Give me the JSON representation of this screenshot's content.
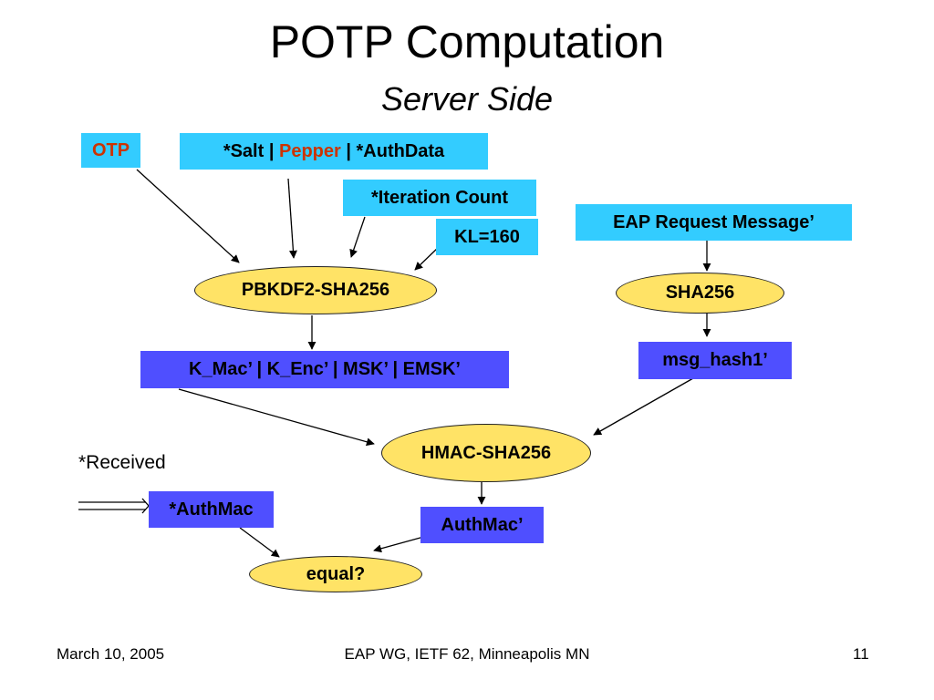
{
  "slide": {
    "title": "POTP Computation",
    "subtitle": "Server Side"
  },
  "nodes": {
    "otp": "OTP",
    "salt_prefix": "*Salt | ",
    "pepper": "Pepper",
    "salt_suffix": " | *AuthData",
    "iteration_count": "*Iteration Count",
    "kl": "KL=160",
    "eap_request": "EAP Request Message’",
    "pbkdf2": "PBKDF2-SHA256",
    "sha256": "SHA256",
    "keys": "K_Mac’ | K_Enc’ | MSK’ | EMSK’",
    "msg_hash": "msg_hash1’",
    "hmac": "HMAC-SHA256",
    "received_label": "*Received",
    "authmac_received": "*AuthMac",
    "authmac_computed": "AuthMac’",
    "equal": "equal?"
  },
  "footer": {
    "date": "March 10, 2005",
    "event": "EAP WG, IETF 62, Minneapolis MN",
    "page": "11"
  },
  "colors": {
    "cyan_box": "#33ccff",
    "blue_box": "#4f4fff",
    "oval_fill": "#ffe366",
    "highlight_text": "#cc3300"
  }
}
